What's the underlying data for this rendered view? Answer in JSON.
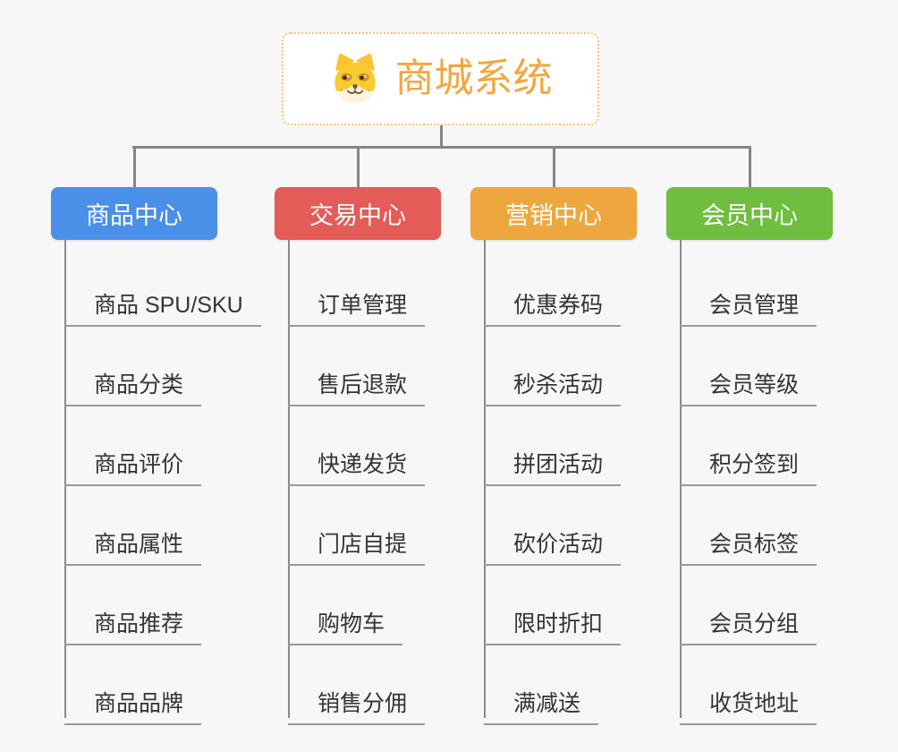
{
  "root": {
    "title": "商城系统",
    "icon": "shiba-dog-icon"
  },
  "colors": {
    "background": "#f7f7f7",
    "root_text": "#f2a73e",
    "root_border": "#f2c379",
    "connector_line": "#858585",
    "leaf_underline": "#9a9a9a",
    "leaf_text": "#33343a"
  },
  "branches": [
    {
      "label": "商品中心",
      "color": "#4a90e8",
      "items": [
        "商品 SPU/SKU",
        "商品分类",
        "商品评价",
        "商品属性",
        "商品推荐",
        "商品品牌"
      ]
    },
    {
      "label": "交易中心",
      "color": "#e45b57",
      "items": [
        "订单管理",
        "售后退款",
        "快递发货",
        "门店自提",
        "购物车",
        "销售分佣"
      ]
    },
    {
      "label": "营销中心",
      "color": "#eea63f",
      "items": [
        "优惠券码",
        "秒杀活动",
        "拼团活动",
        "砍价活动",
        "限时折扣",
        "满减送"
      ]
    },
    {
      "label": "会员中心",
      "color": "#6fbe3f",
      "items": [
        "会员管理",
        "会员等级",
        "积分签到",
        "会员标签",
        "会员分组",
        "收货地址"
      ]
    }
  ]
}
